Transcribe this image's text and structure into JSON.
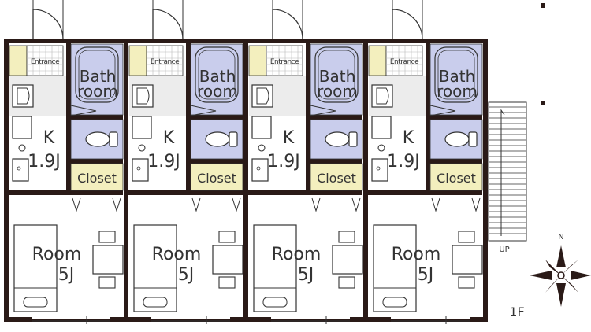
{
  "units": [
    {
      "entrance": "Entrance",
      "bath_line1": "Bath",
      "bath_line2": "room",
      "kitchen_letter": "K",
      "kitchen_size": "1.9J",
      "closet": "Closet",
      "room": "Room",
      "room_size": "5J"
    },
    {
      "entrance": "Entrance",
      "bath_line1": "Bath",
      "bath_line2": "room",
      "kitchen_letter": "K",
      "kitchen_size": "1.9J",
      "closet": "Closet",
      "room": "Room",
      "room_size": "5J"
    },
    {
      "entrance": "Entrance",
      "bath_line1": "Bath",
      "bath_line2": "room",
      "kitchen_letter": "K",
      "kitchen_size": "1.9J",
      "closet": "Closet",
      "room": "Room",
      "room_size": "5J"
    },
    {
      "entrance": "Entrance",
      "bath_line1": "Bath",
      "bath_line2": "room",
      "kitchen_letter": "K",
      "kitchen_size": "1.9J",
      "closet": "Closet",
      "room": "Room",
      "room_size": "5J"
    }
  ],
  "stairs_label": "UP",
  "compass_label": "N",
  "floor_label": "1F",
  "colors": {
    "wall": "#2a1a17",
    "bathroom": "#c9cdec",
    "closet": "#f3efbe",
    "entrance_strip": "#f3efbe",
    "outline": "#333333"
  }
}
